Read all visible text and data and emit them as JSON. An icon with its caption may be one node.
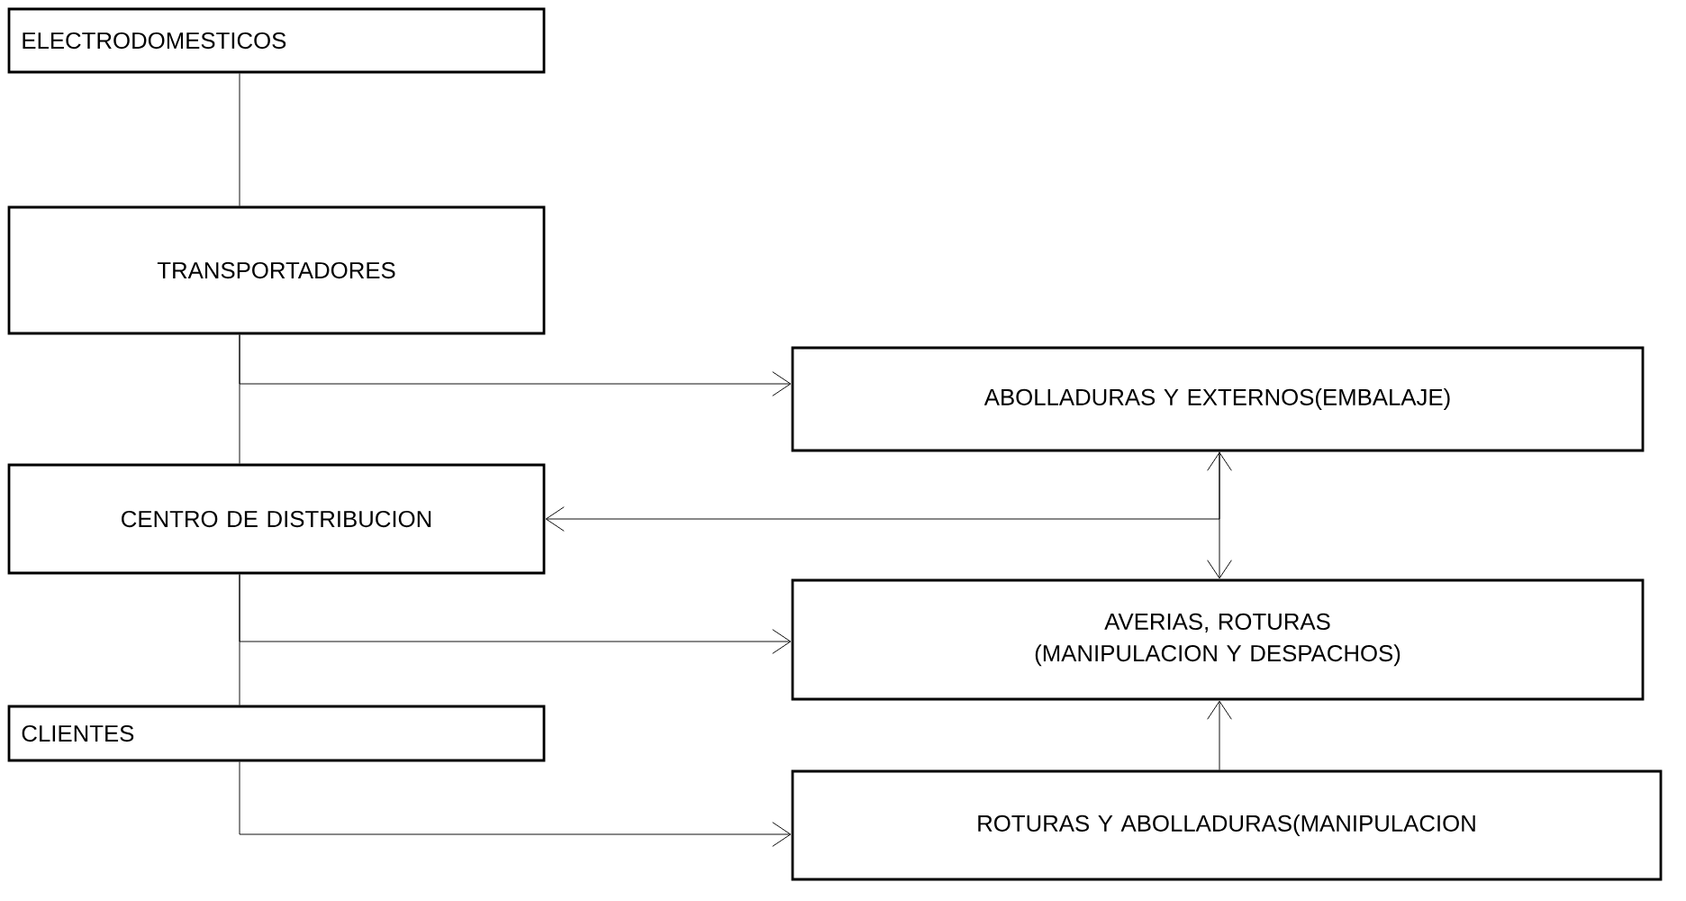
{
  "diagram": {
    "nodes": [
      {
        "text": [
          "ELECTRODOMESTICOS"
        ]
      },
      {
        "text": [
          "TRANSPORTADORES"
        ]
      },
      {
        "text": [
          "CENTRO DE DISTRIBUCION"
        ]
      },
      {
        "text": [
          "CLIENTES"
        ]
      },
      {
        "text": [
          "ABOLLADURAS Y EXTERNOS(EMBALAJE)"
        ]
      },
      {
        "text": [
          "AVERIAS, ROTURAS (MANIPULACION Y DESPACHOS)"
        ]
      },
      {
        "text": [
          "ROTURAS Y ABOLLADURAS(MANIPULACION"
        ]
      }
    ],
    "edges": [
      {
        "from": 0,
        "to": 1,
        "arrow": "none"
      },
      {
        "from": 1,
        "to": 2,
        "arrow": "none"
      },
      {
        "from": 2,
        "to": 3,
        "arrow": "none"
      },
      {
        "from": 1,
        "to": 4,
        "arrow": "to"
      },
      {
        "from": 4,
        "to": 5,
        "arrow": "both"
      },
      {
        "from": 4,
        "to": 2,
        "arrow": "to"
      },
      {
        "from": 2,
        "to": 5,
        "arrow": "to"
      },
      {
        "from": 3,
        "to": 6,
        "arrow": "to"
      },
      {
        "from": 6,
        "to": 5,
        "arrow": "to"
      }
    ]
  }
}
